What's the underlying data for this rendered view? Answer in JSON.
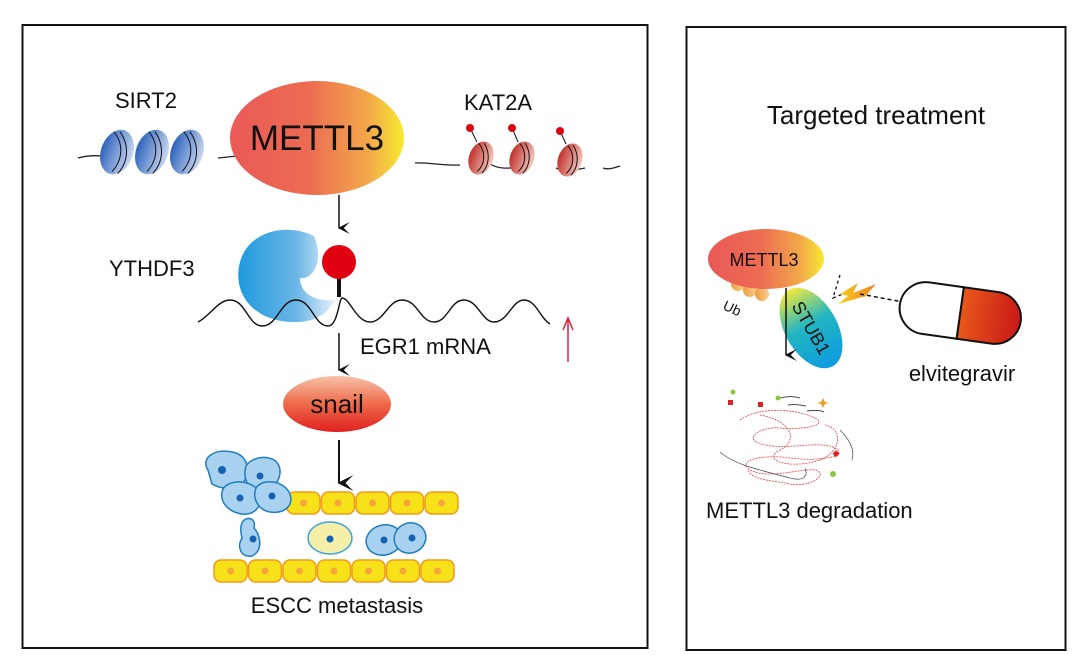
{
  "left_panel": {
    "sirt2_label": "SIRT2",
    "kat2a_label": "KAT2A",
    "mettl3_label": "METTL3",
    "ythdf3_label": "YTHDF3",
    "egr1_label": "EGR1 mRNA",
    "snail_label": "snail",
    "escc_label": "ESCC metastasis"
  },
  "right_panel": {
    "title": "Targeted treatment",
    "mettl3_label": "METTL3",
    "ub_label": "Ub",
    "stub1_label": "STUB1",
    "drug_label": "elvitegravir",
    "degradation_label": "METTL3 degradation"
  },
  "colors": {
    "nucleosome_blue": "#3a6fc4",
    "nucleosome_red": "#c8402f",
    "m6a_red": "#e00010",
    "up_arrow": "#e0203a",
    "epithelial_yellow": "#f7e21a",
    "cell_blue": "#8cc4ea"
  }
}
